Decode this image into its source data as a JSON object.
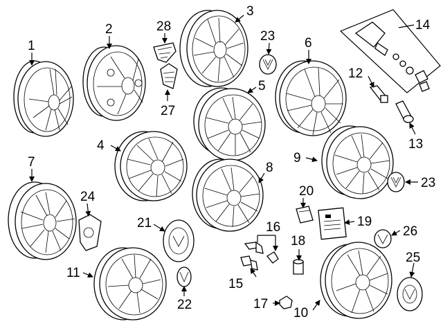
{
  "diagram": {
    "callouts": [
      "1",
      "2",
      "3",
      "4",
      "5",
      "6",
      "7",
      "8",
      "9",
      "10",
      "11",
      "12",
      "13",
      "14",
      "15",
      "16",
      "17",
      "18",
      "19",
      "20",
      "21",
      "22",
      "23",
      "23",
      "24",
      "25",
      "26",
      "27",
      "28"
    ]
  }
}
